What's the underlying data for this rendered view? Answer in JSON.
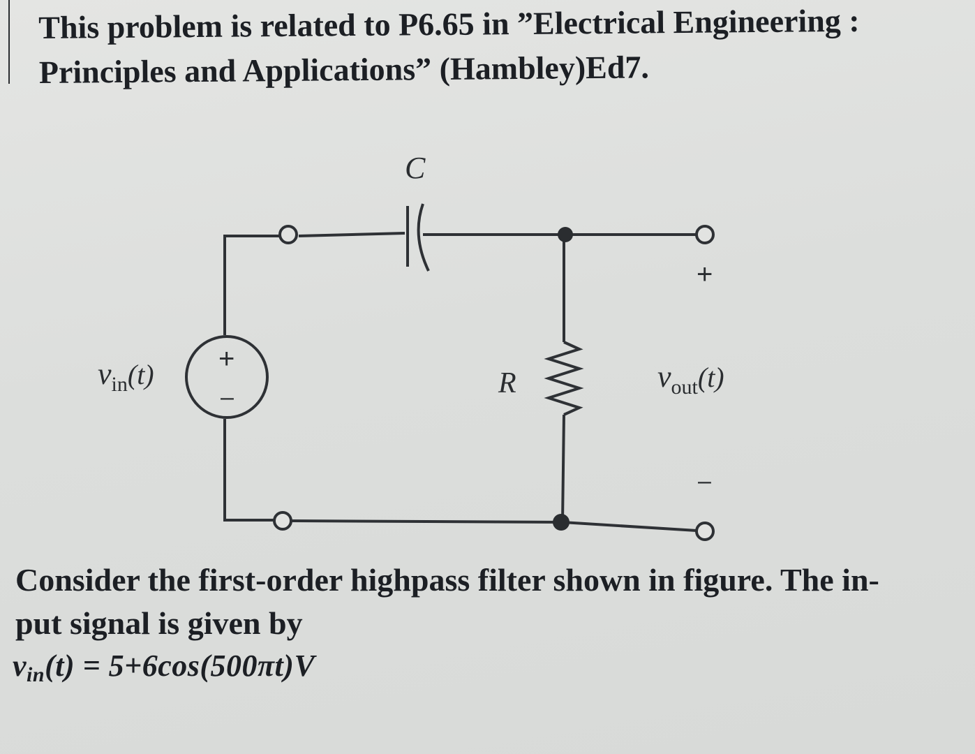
{
  "intro": {
    "line1": "This problem is related to P6.65 in ”Electrical Engineering :",
    "line2": "Principles and Applications” (Hambley)Ed7."
  },
  "circuit": {
    "capacitor_label": "C",
    "resistor_label": "R",
    "source_label_main": "v",
    "source_label_sub": "in",
    "source_label_arg": "(t)",
    "source_plus": "+",
    "source_minus": "–",
    "output_label_main": "v",
    "output_label_sub": "out",
    "output_label_arg": "(t)",
    "output_plus": "+",
    "output_minus": "–"
  },
  "problem": {
    "line1": "Consider the first-order highpass filter shown in figure. The in-",
    "line2": "put signal is given by",
    "formula_lhs": "v",
    "formula_sub": "in",
    "formula_rhs": "(t) = 5+6cos(500πt)V"
  }
}
